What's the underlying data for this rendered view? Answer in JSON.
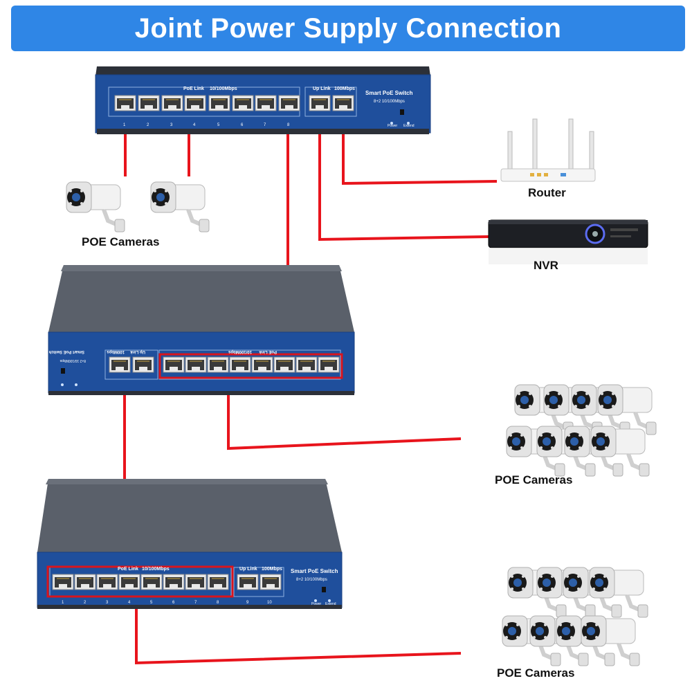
{
  "title": "Joint Power Supply Connection",
  "colors": {
    "banner": "#2f86e6",
    "cable": "#e8141c",
    "switch_panel": "#1f4f9c",
    "switch_body": "#565c66",
    "highlight": "#d9141c"
  },
  "labels": {
    "router": "Router",
    "nvr": "NVR",
    "poe_cameras_top": "POE Cameras",
    "poe_cameras_middle": "POE Cameras",
    "poe_cameras_bottom": "POE Cameras"
  },
  "switch_text": {
    "poe_link": "PoE Link",
    "speed": "10/100Mbps",
    "up_link": "Up Link",
    "uplink_speed": "100Mbps",
    "model": "Smart PoE Switch",
    "spec": "8+2 10/100Mbps",
    "power": "Power",
    "extend": "Extend",
    "port_numbers": [
      "1",
      "2",
      "3",
      "4",
      "5",
      "6",
      "7",
      "8"
    ],
    "uplink_numbers": [
      "9",
      "10"
    ]
  },
  "icons": [
    "router-icon",
    "nvr-icon",
    "bullet-camera-icon",
    "poe-switch-icon"
  ]
}
